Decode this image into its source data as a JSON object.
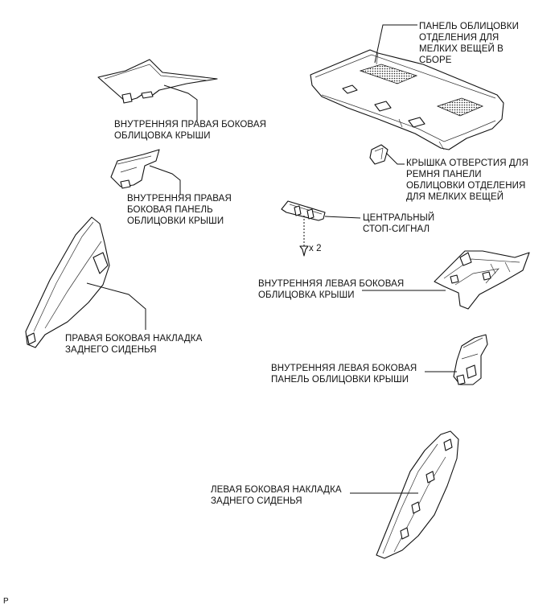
{
  "labels": {
    "package_tray_trim": "ПАНЕЛЬ ОБЛИЦОВКИ\nОТДЕЛЕНИЯ ДЛЯ\nМЕЛКИХ ВЕЩЕЙ В\nСБОРЕ",
    "rh_roof_side_inner_garnish": "ВНУТРЕННЯЯ ПРАВАЯ БОКОВАЯ\nОБЛИЦОВКА КРЫШИ",
    "belt_hole_cover": "КРЫШКА ОТВЕРСТИЯ ДЛЯ\nРЕМНЯ ПАНЕЛИ\nОБЛИЦОВКИ ОТДЕЛЕНИЯ\nДЛЯ МЕЛКИХ ВЕЩЕЙ",
    "rh_roof_side_inner_trim_board": "ВНУТРЕННЯЯ ПРАВАЯ\nБОКОВАЯ ПАНЕЛЬ\nОБЛИЦОВКИ КРЫШИ",
    "center_stop_lamp": "ЦЕНТРАЛЬНЫЙ\nСТОП-СИГНАЛ",
    "screw_qty": "x 2",
    "lh_roof_side_inner_garnish": "ВНУТРЕННЯЯ ЛЕВАЯ БОКОВАЯ\nОБЛИЦОВКА КРЫШИ",
    "rh_rear_seat_side_garnish": "ПРАВАЯ БОКОВАЯ НАКЛАДКА\nЗАДНЕГО СИДЕНЬЯ",
    "lh_roof_side_inner_trim_board": "ВНУТРЕННЯЯ ЛЕВАЯ БОКОВАЯ\nПАНЕЛЬ ОБЛИЦОВКИ КРЫШИ",
    "lh_rear_seat_side_garnish": "ЛЕВАЯ БОКОВАЯ НАКЛАДКА\nЗАДНЕГО СИДЕНЬЯ",
    "figure_code": "P"
  }
}
